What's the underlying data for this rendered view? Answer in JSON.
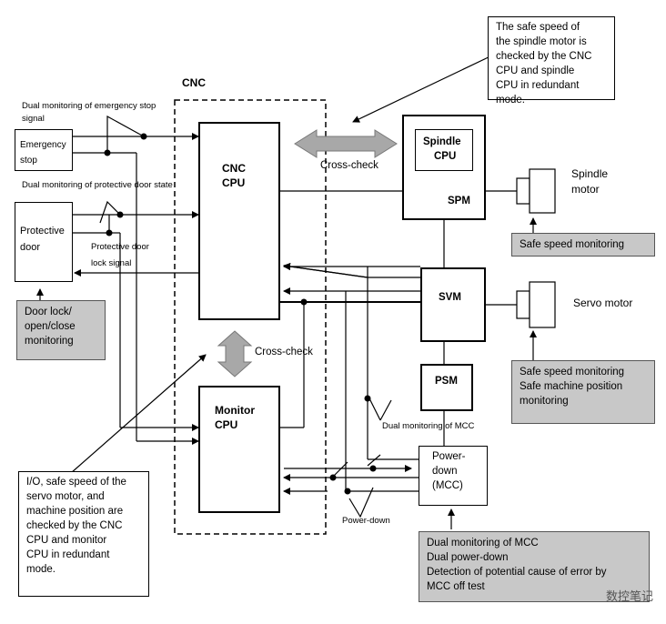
{
  "cnc_label": "CNC",
  "cnc_cpu": [
    "CNC",
    "CPU"
  ],
  "monitor_cpu": [
    "Monitor",
    "CPU"
  ],
  "emergency_stop": [
    "Emergency",
    "stop"
  ],
  "protective_door": [
    "Protective",
    "door"
  ],
  "spindle_cpu": [
    "Spindle",
    "CPU"
  ],
  "spm": "SPM",
  "svm": "SVM",
  "psm": "PSM",
  "power_down_box": [
    "Power-",
    "down",
    "(MCC)"
  ],
  "spindle_motor": [
    "Spindle",
    "motor"
  ],
  "servo_motor": "Servo motor",
  "labels": {
    "dual_estop": [
      "Dual monitoring of emergency stop",
      "signal"
    ],
    "dual_door_state": "Dual monitoring of protective door state",
    "door_lock_signal": [
      "Protective door",
      "lock signal"
    ],
    "cross_check_top": "Cross-check",
    "cross_check_mid": "Cross-check",
    "dual_mcc": "Dual monitoring of MCC",
    "power_down": "Power-down"
  },
  "notes": {
    "spindle_speed": [
      "The safe speed of",
      "the spindle motor   is",
      "checked by the CNC",
      "CPU and spindle",
      "CPU in redundant",
      "mode."
    ],
    "io_check": [
      "I/O, safe speed of the",
      "servo motor, and",
      "machine position are",
      "checked by the CNC",
      "CPU and monitor",
      "CPU in redundant",
      "mode."
    ]
  },
  "gray_boxes": {
    "spindle_safe_speed": [
      "Safe speed monitoring"
    ],
    "servo_monitoring": [
      "Safe speed monitoring",
      "Safe machine position",
      "monitoring"
    ],
    "door_lock": [
      "Door lock/",
      "open/close",
      "monitoring"
    ],
    "mcc_monitoring": [
      "Dual monitoring of MCC",
      "Dual power-down",
      "Detection of potential cause of error by",
      "MCC off test"
    ]
  },
  "watermark": "数控笔记",
  "colors": {
    "gray_fill": "#c8c8c8",
    "arrow_fill": "#a8a8a8"
  }
}
